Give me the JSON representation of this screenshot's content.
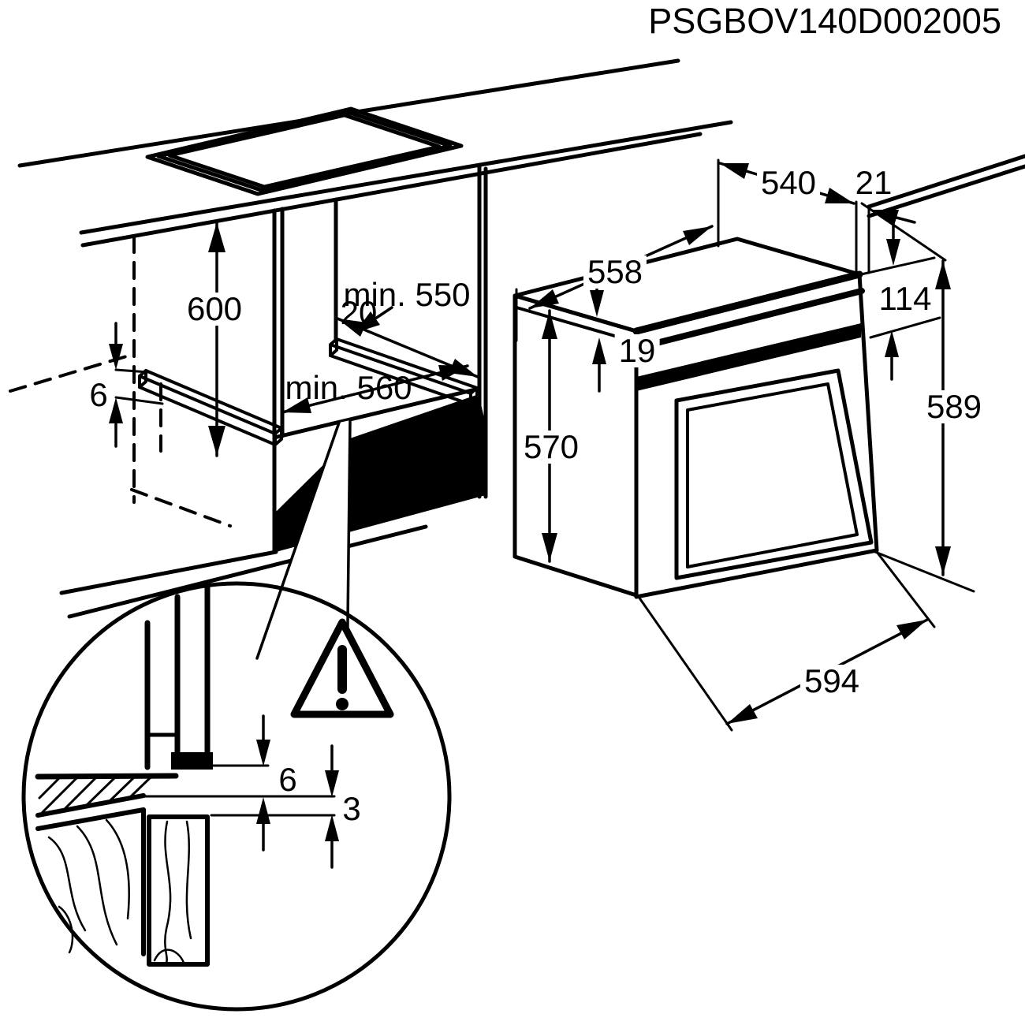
{
  "title": "PSGBOV140D002005",
  "dimensions": {
    "cabinet_height": "600",
    "counter_depth": "min. 550",
    "rail_setback": "20",
    "niche_depth": "min. 560",
    "rail_height": "6",
    "oven_body_width": "558",
    "oven_rear_width": "540",
    "rear_gap": "21",
    "top_recess": "19",
    "panel_height": "114",
    "body_height": "570",
    "front_height": "589",
    "front_width": "594",
    "detail_gap_front": "6",
    "detail_gap_bottom": "3"
  }
}
